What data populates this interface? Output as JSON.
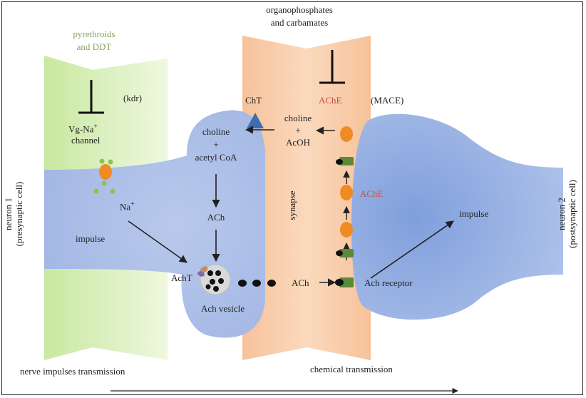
{
  "labels": {
    "pyrethroids": "pyrethroids",
    "and_ddt": "and DDT",
    "organophosphates": "organophosphates",
    "and_carbamates": "and carbamates",
    "kdr": "(kdr)",
    "vgna": "Vg-Na",
    "vgna_sup": "+",
    "channel": "channel",
    "na": "Na",
    "na_sup": "+",
    "impulse_left": "impulse",
    "impulse_right": "impulse",
    "cht": "ChT",
    "ache_top": "AChE",
    "mace": "(MACE)",
    "ache_mid": "AChE",
    "choline_left": "choline",
    "plus_left": "+",
    "acetyl_coa": "acetyl CoA",
    "ach_left": "ACh",
    "acht": "AchT",
    "ach_vesicle": "Ach vesicle",
    "choline_right": "choline",
    "plus_right": "+",
    "acoh": "AcOH",
    "synapse": "synapse",
    "ach_synapse": "ACh",
    "ach_receptor": "Ach receptor",
    "neuron1_a": "neuron 1",
    "neuron1_b": "(presynaptic cell)",
    "neuron2_a": "neuron 2",
    "neuron2_b": "(postsynaptic cell)",
    "nerve_transmission": "nerve impulses transmission",
    "chemical_transmission": "chemical transmission"
  },
  "colors": {
    "green_panel": "#d6efb4",
    "orange_panel": "#f7c9a3",
    "neuron_blue": "#a9bde6",
    "neuron2_blue": "#8eaadf",
    "ache_orange": "#f08a24",
    "receptor_green": "#5a8a3a",
    "cht_blue": "#3d6fb0",
    "label_red": "#c0504d",
    "label_green": "#8aa366"
  }
}
